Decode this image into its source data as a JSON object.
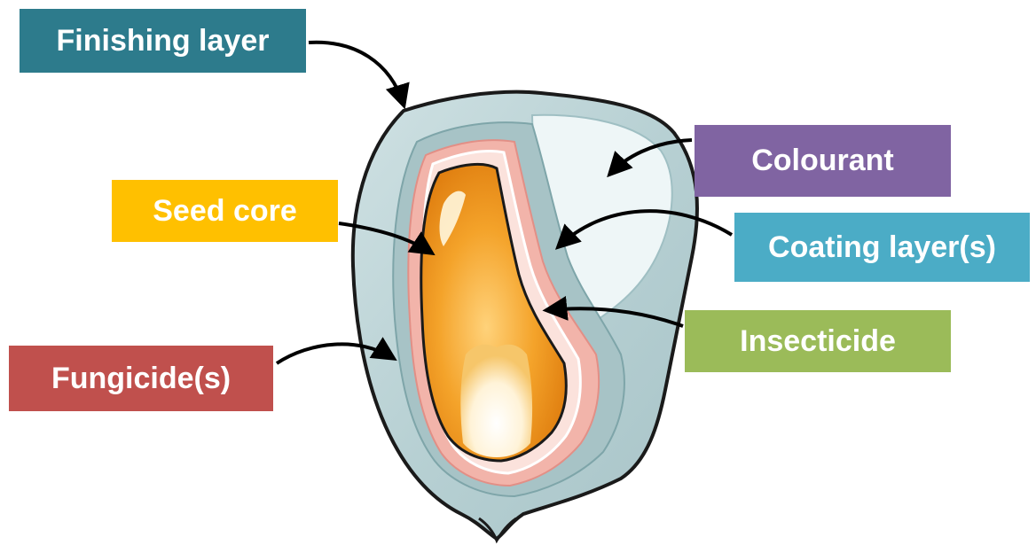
{
  "labels": {
    "finishing_layer": "Finishing layer",
    "colourant": "Colourant",
    "seed_core": "Seed core",
    "coating_layers": "Coating layer(s)",
    "insecticide": "Insecticide",
    "fungicides": "Fungicide(s)"
  },
  "colors": {
    "finishing_layer": "#2d7b8c",
    "colourant": "#8064a2",
    "seed_core": "#ffc000",
    "coating_layers": "#4bacc6",
    "insecticide": "#9bbb59",
    "fungicides": "#c0504d",
    "seed_outline": "#1a1a1a",
    "outer_coat": "#b8d1d4",
    "pink_layer": "#f2b2a8",
    "core_orange": "#f29c1f"
  }
}
